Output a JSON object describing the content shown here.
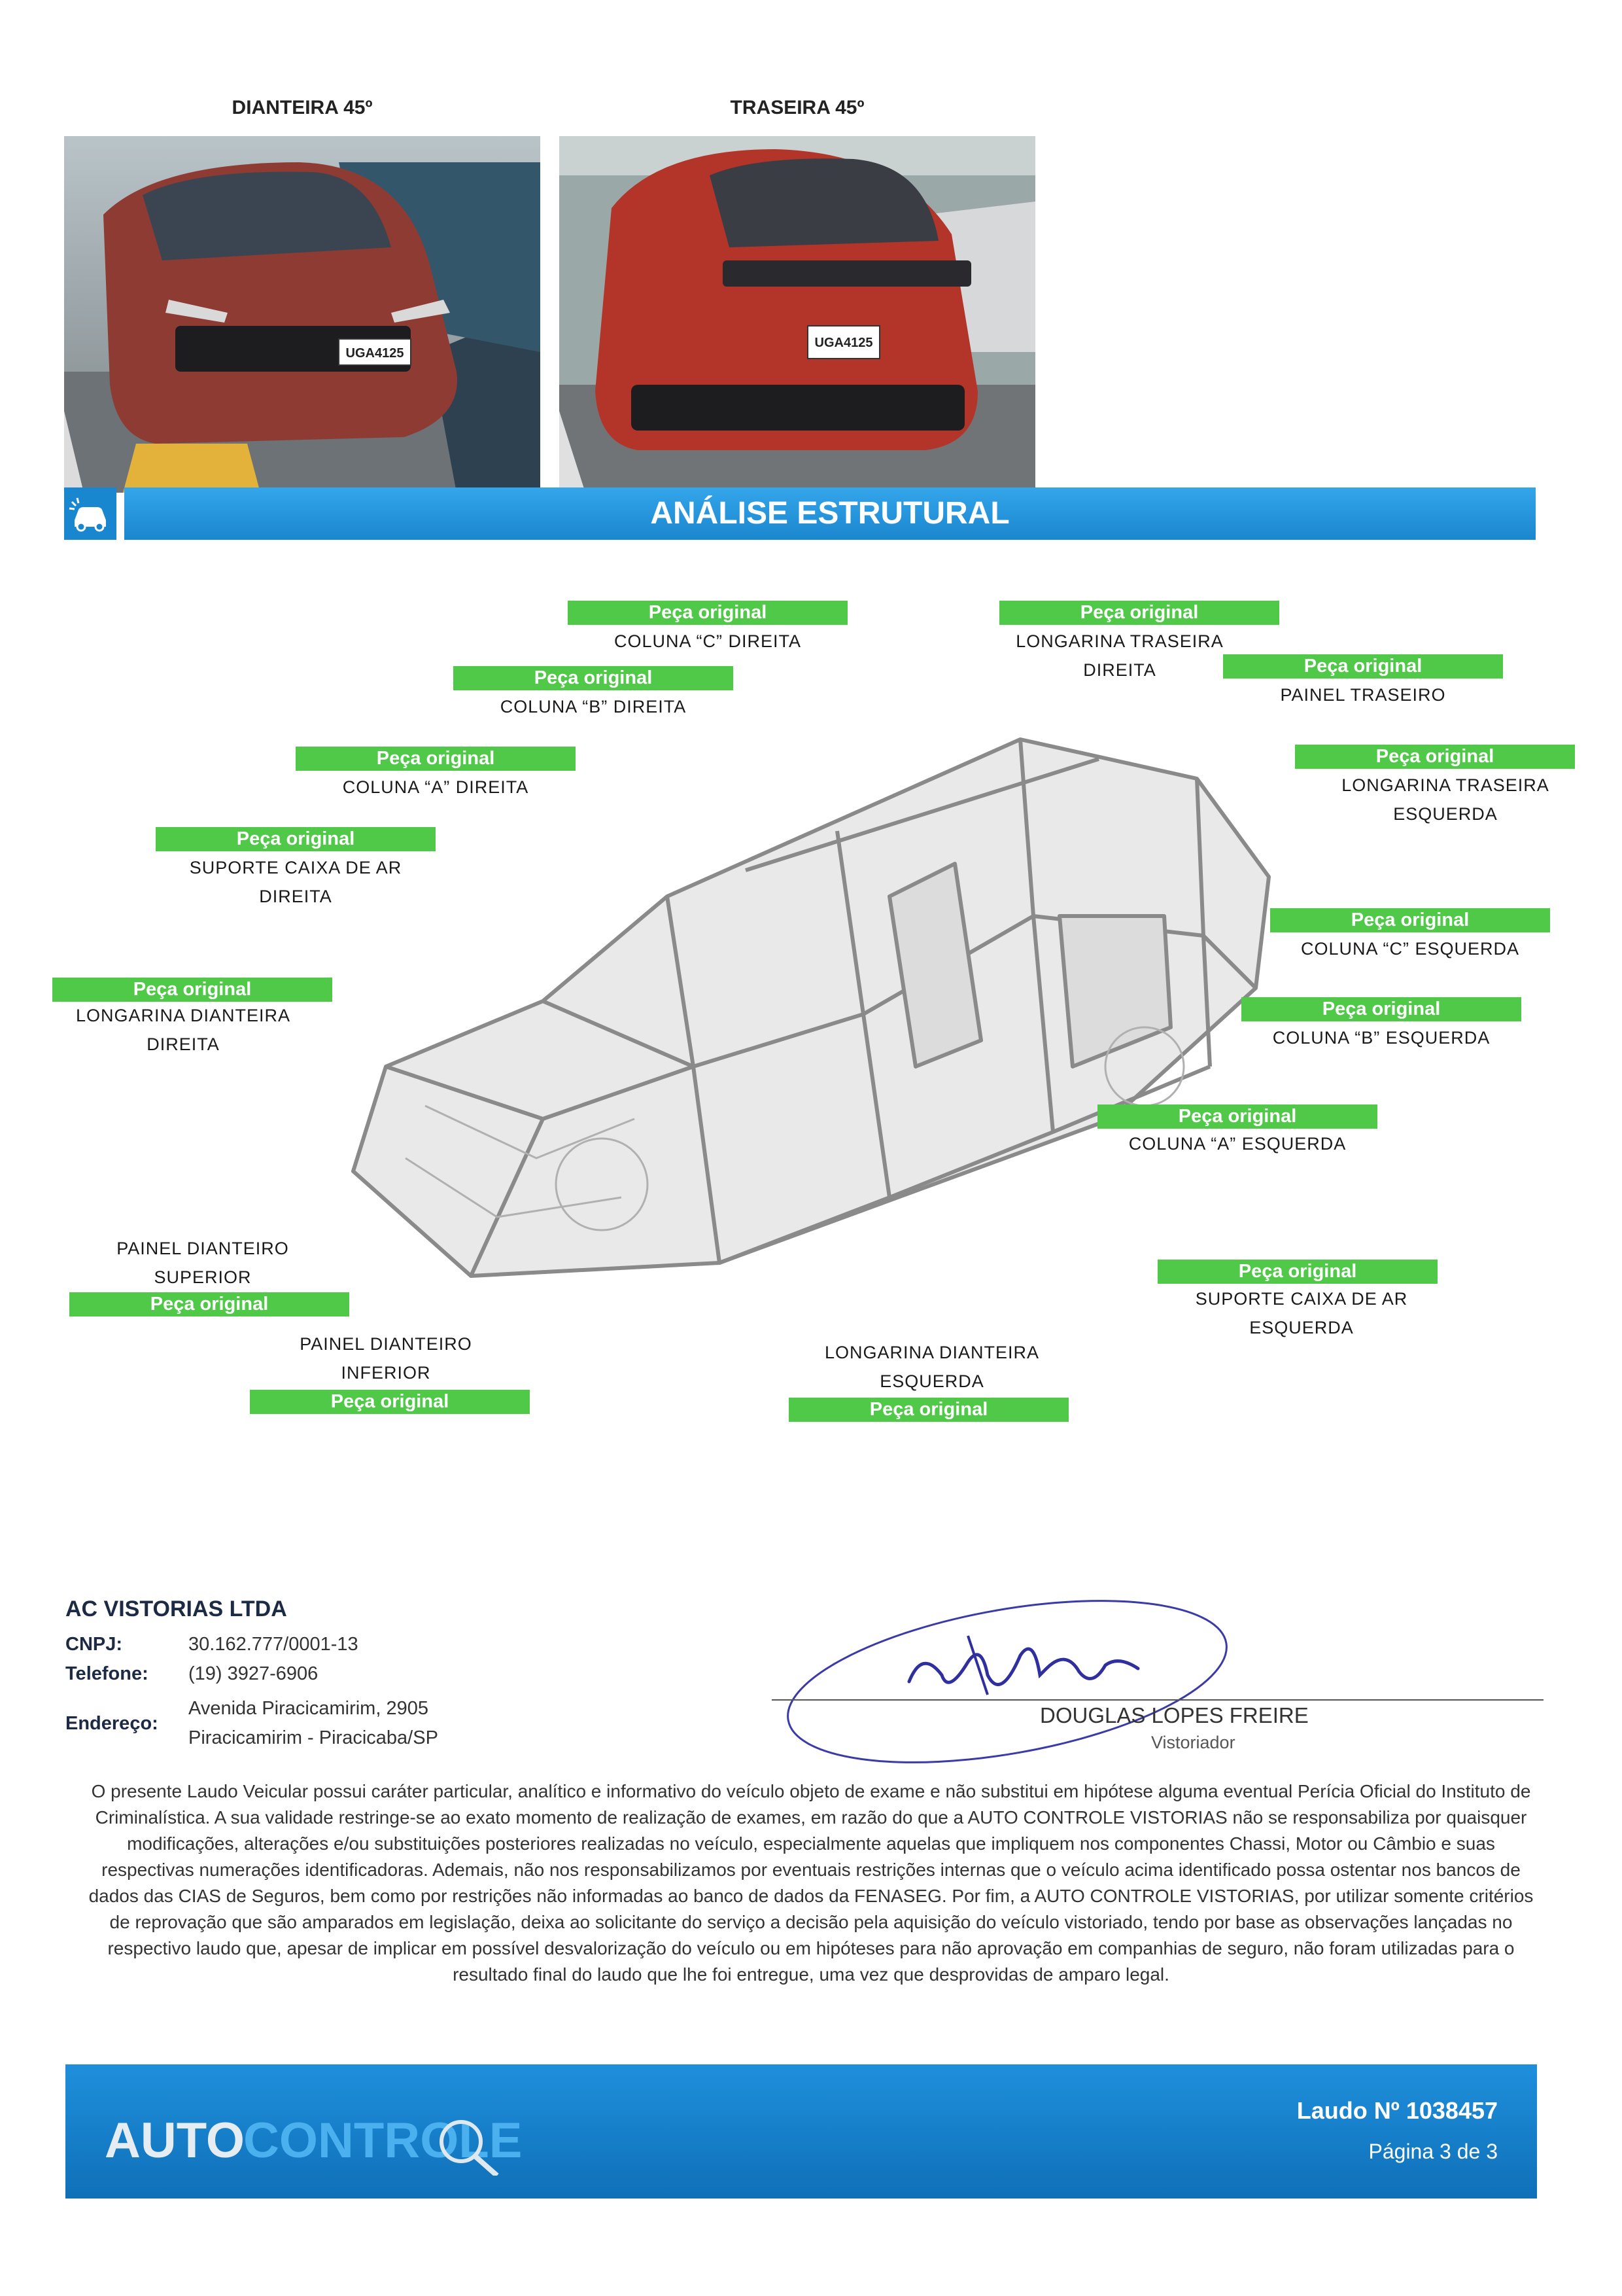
{
  "photos": {
    "front_label": "DIANTEIRA 45º",
    "rear_label": "TRASEIRA 45º",
    "front_plate": "UGA4125",
    "rear_plate": "UGA4125"
  },
  "section": {
    "title": "ANÁLISE ESTRUTURAL",
    "icon": "car-crash-icon"
  },
  "parts": [
    {
      "status": "Peça original",
      "label": "COLUNA “C” DIREITA"
    },
    {
      "status": "Peça original",
      "label": "LONGARINA TRASEIRA DIREITA"
    },
    {
      "status": "Peça original",
      "label": "COLUNA “B” DIREITA"
    },
    {
      "status": "Peça original",
      "label": "PAINEL TRASEIRO"
    },
    {
      "status": "Peça original",
      "label": "COLUNA “A” DIREITA"
    },
    {
      "status": "Peça original",
      "label": "LONGARINA TRASEIRA ESQUERDA"
    },
    {
      "status": "Peça original",
      "label": "SUPORTE CAIXA DE AR DIREITA"
    },
    {
      "status": "Peça original",
      "label": "COLUNA “C” ESQUERDA"
    },
    {
      "status": "Peça original",
      "label": "LONGARINA DIANTEIRA DIREITA"
    },
    {
      "status": "Peça original",
      "label": "COLUNA “B” ESQUERDA"
    },
    {
      "status": "Peça original",
      "label": "COLUNA “A” ESQUERDA"
    },
    {
      "status": "Peça original",
      "label": "PAINEL DIANTEIRO SUPERIOR"
    },
    {
      "status": "Peça original",
      "label": "SUPORTE CAIXA DE AR ESQUERDA"
    },
    {
      "status": "Peça original",
      "label": "PAINEL DIANTEIRO INFERIOR"
    },
    {
      "status": "Peça original",
      "label": "LONGARINA DIANTEIRA ESQUERDA"
    }
  ],
  "company": {
    "name": "AC VISTORIAS LTDA",
    "cnpj_label": "CNPJ:",
    "cnpj": "30.162.777/0001-13",
    "phone_label": "Telefone:",
    "phone": "(19) 3927-6906",
    "address_label": "Endereço:",
    "address_line1": "Avenida Piracicamirim, 2905",
    "address_line2": "Piracicamirim - Piracicaba/SP"
  },
  "signatory": {
    "name": "DOUGLAS LOPES FREIRE",
    "role": "Vistoriador"
  },
  "disclaimer": "O presente Laudo Veicular possui caráter particular, analítico e informativo do veículo objeto de exame e não substitui em hipótese alguma eventual Perícia Oficial do Instituto de Criminalística. A sua validade restringe-se ao exato momento de realização de exames, em razão do que a AUTO CONTROLE VISTORIAS não se responsabiliza por quaisquer modificações, alterações e/ou substituições posteriores realizadas no veículo, especialmente aquelas que impliquem nos componentes Chassi, Motor ou Câmbio e suas respectivas numerações identificadoras. Ademais, não nos responsabilizamos por eventuais restrições internas que o veículo acima identificado possa ostentar nos bancos de dados das CIAS de Seguros, bem como por restrições não informadas ao banco de dados da FENASEG. Por fim, a AUTO CONTROLE VISTORIAS, por utilizar somente critérios de reprovação que são amparados em legislação, deixa ao solicitante do serviço a decisão pela aquisição do veículo vistoriado, tendo por base as observações lançadas no respectivo laudo que, apesar de implicar em possível desvalorização do veículo ou em hipóteses para não aprovação em companhias de seguro, não foram utilizadas para o resultado final do laudo que lhe foi entregue, uma vez que desprovidas de amparo legal.",
  "footer": {
    "brand_left": "AUTO",
    "brand_right": "CONTROLE",
    "report": "Laudo Nº 1038457",
    "page": "Página 3 de 3"
  },
  "colors": {
    "primary": "#1a86cf",
    "badge": "#4fc947",
    "signature": "#3a3aa8"
  }
}
